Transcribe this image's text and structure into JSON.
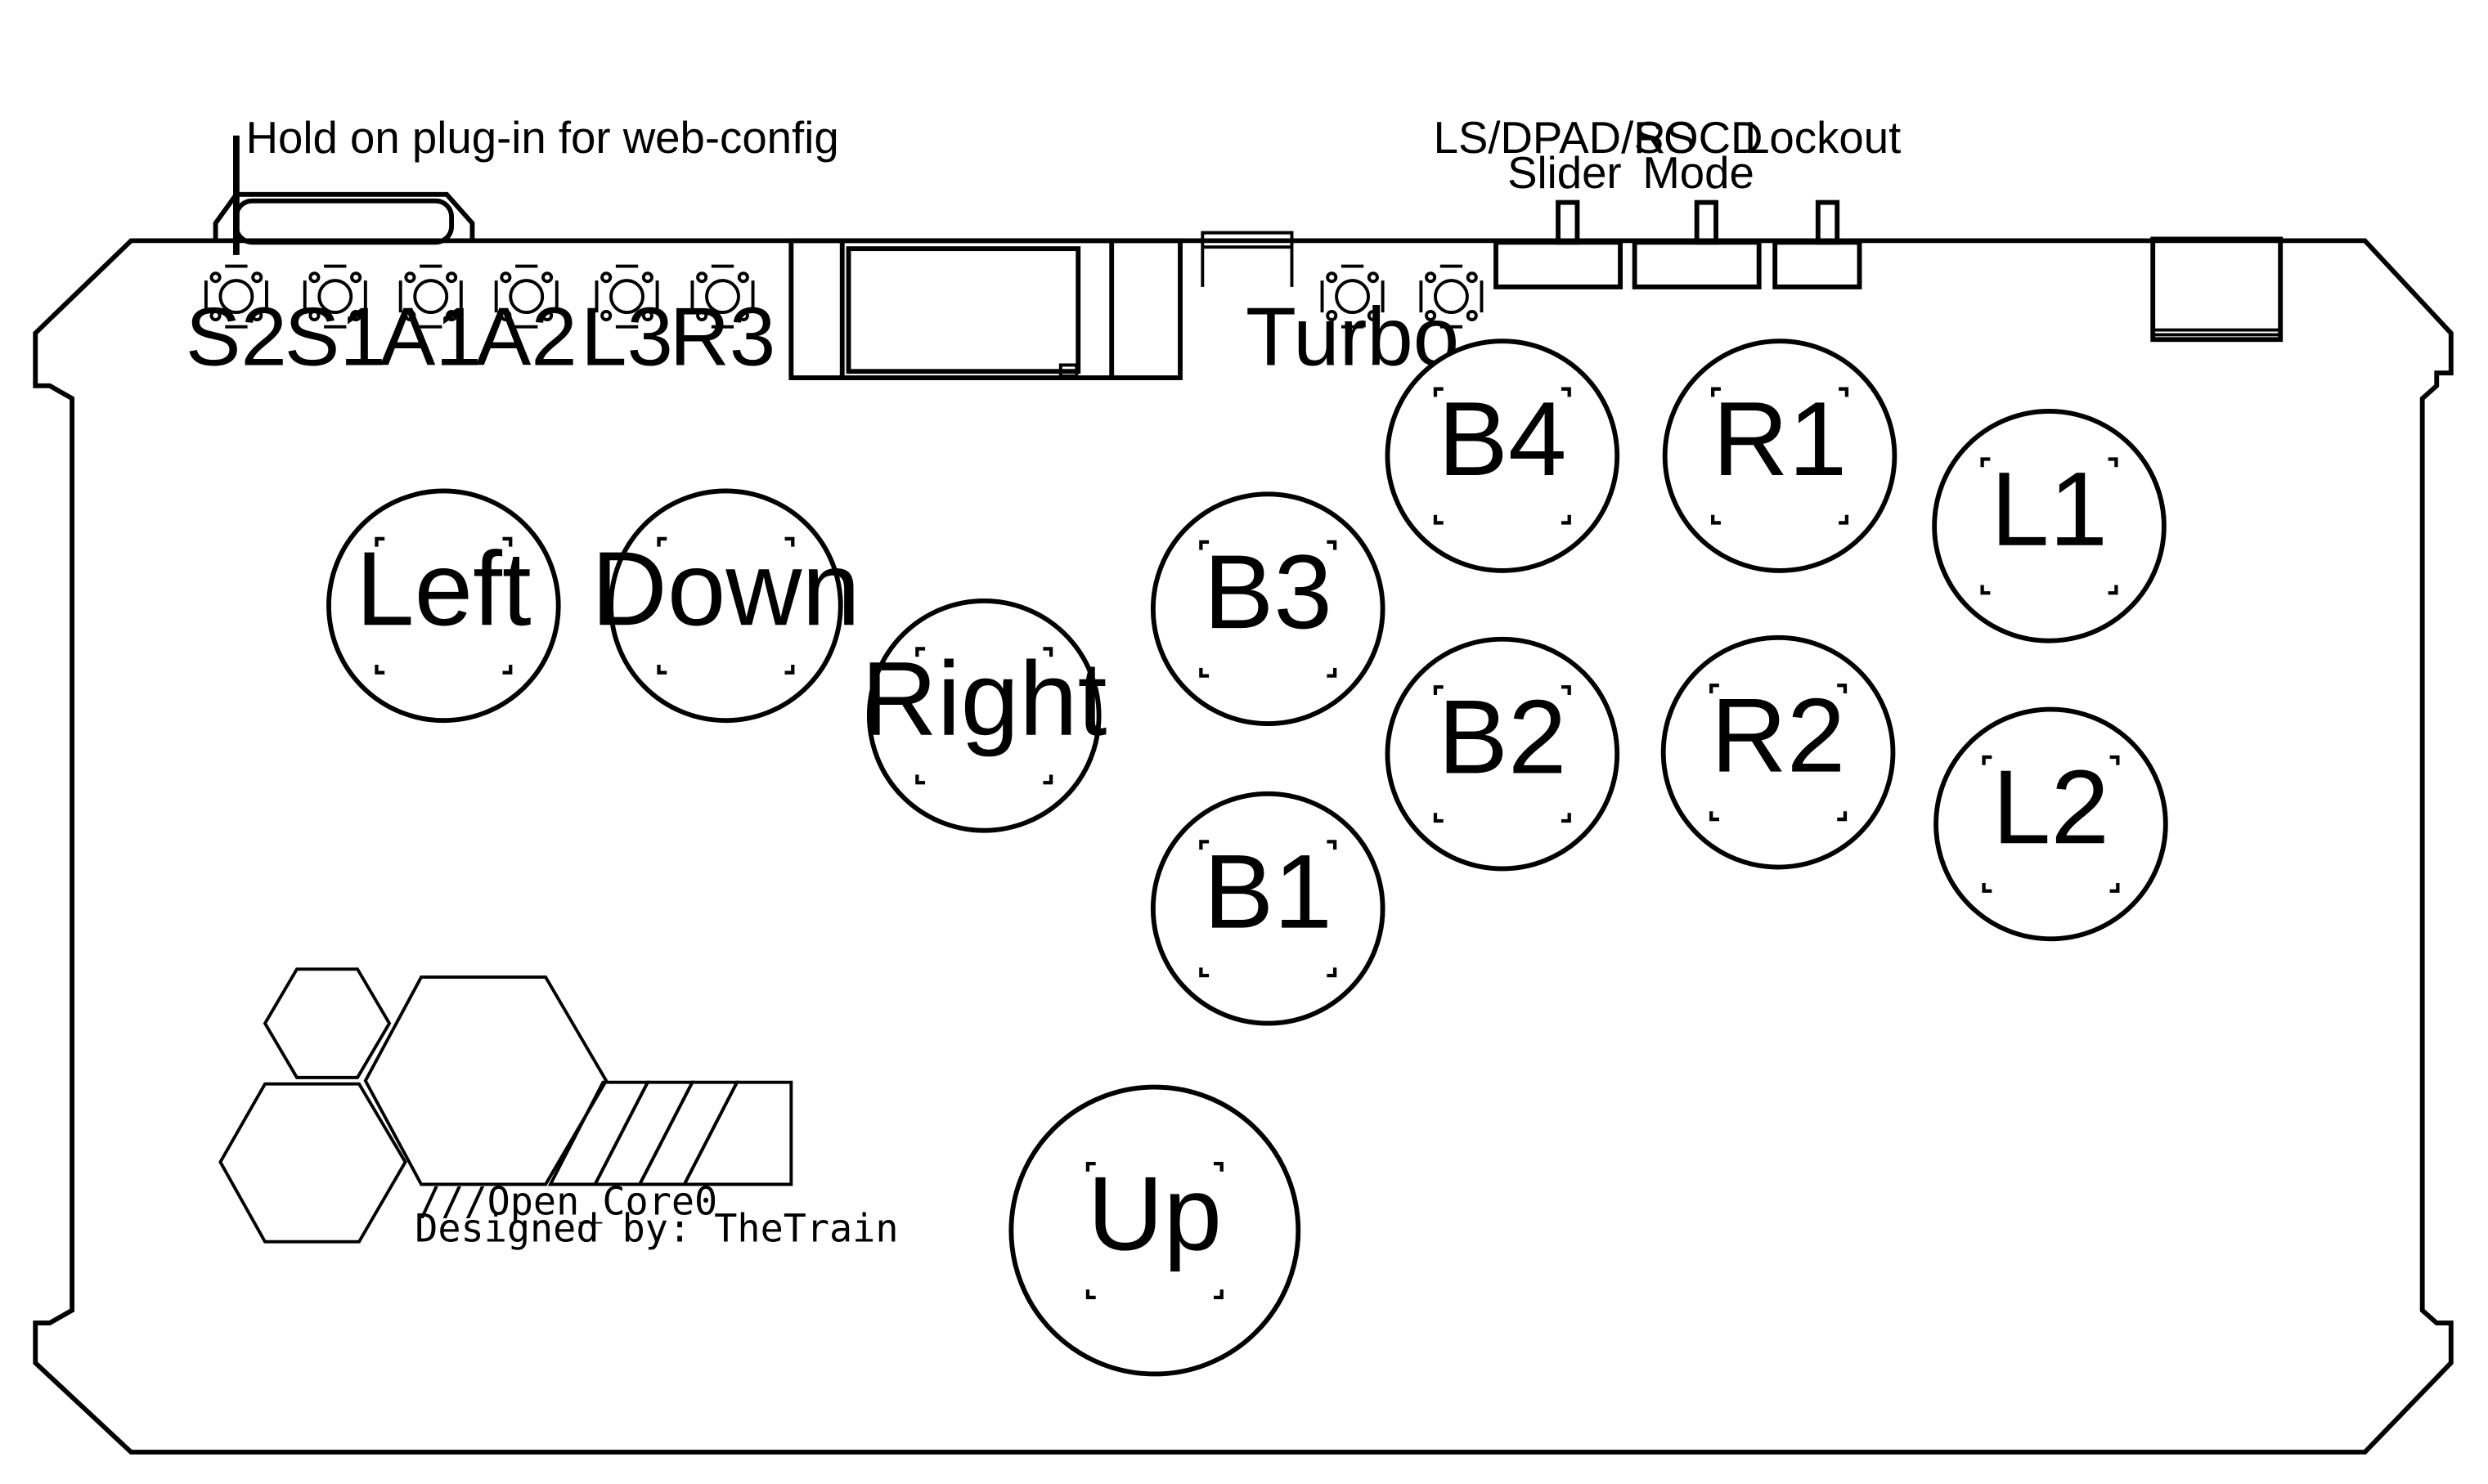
{
  "annotations": {
    "web_config": "Hold on plug-in for web-config",
    "slider_line1": "LS/DPAD/RS",
    "slider_line2": "Slider",
    "socd_line1": "SOCD",
    "socd_line2": "Mode",
    "lockout": "Lockout"
  },
  "aux_buttons": [
    {
      "id": "s2",
      "label": "S2"
    },
    {
      "id": "s1",
      "label": "S1"
    },
    {
      "id": "a1",
      "label": "A1"
    },
    {
      "id": "a2",
      "label": "A2"
    },
    {
      "id": "l3",
      "label": "L3"
    },
    {
      "id": "r3",
      "label": "R3"
    }
  ],
  "turbo_label": "Turbo",
  "arcade_buttons": [
    {
      "id": "left",
      "label": "Left"
    },
    {
      "id": "down",
      "label": "Down"
    },
    {
      "id": "right",
      "label": "Right"
    },
    {
      "id": "up",
      "label": "Up"
    },
    {
      "id": "b3",
      "label": "B3"
    },
    {
      "id": "b1",
      "label": "B1"
    },
    {
      "id": "b4",
      "label": "B4"
    },
    {
      "id": "b2",
      "label": "B2"
    },
    {
      "id": "r1",
      "label": "R1"
    },
    {
      "id": "r2",
      "label": "R2"
    },
    {
      "id": "l1",
      "label": "L1"
    },
    {
      "id": "l2",
      "label": "L2"
    }
  ],
  "logo": {
    "brand": "///Open_Core0",
    "credit": "Designed by: TheTrain"
  }
}
